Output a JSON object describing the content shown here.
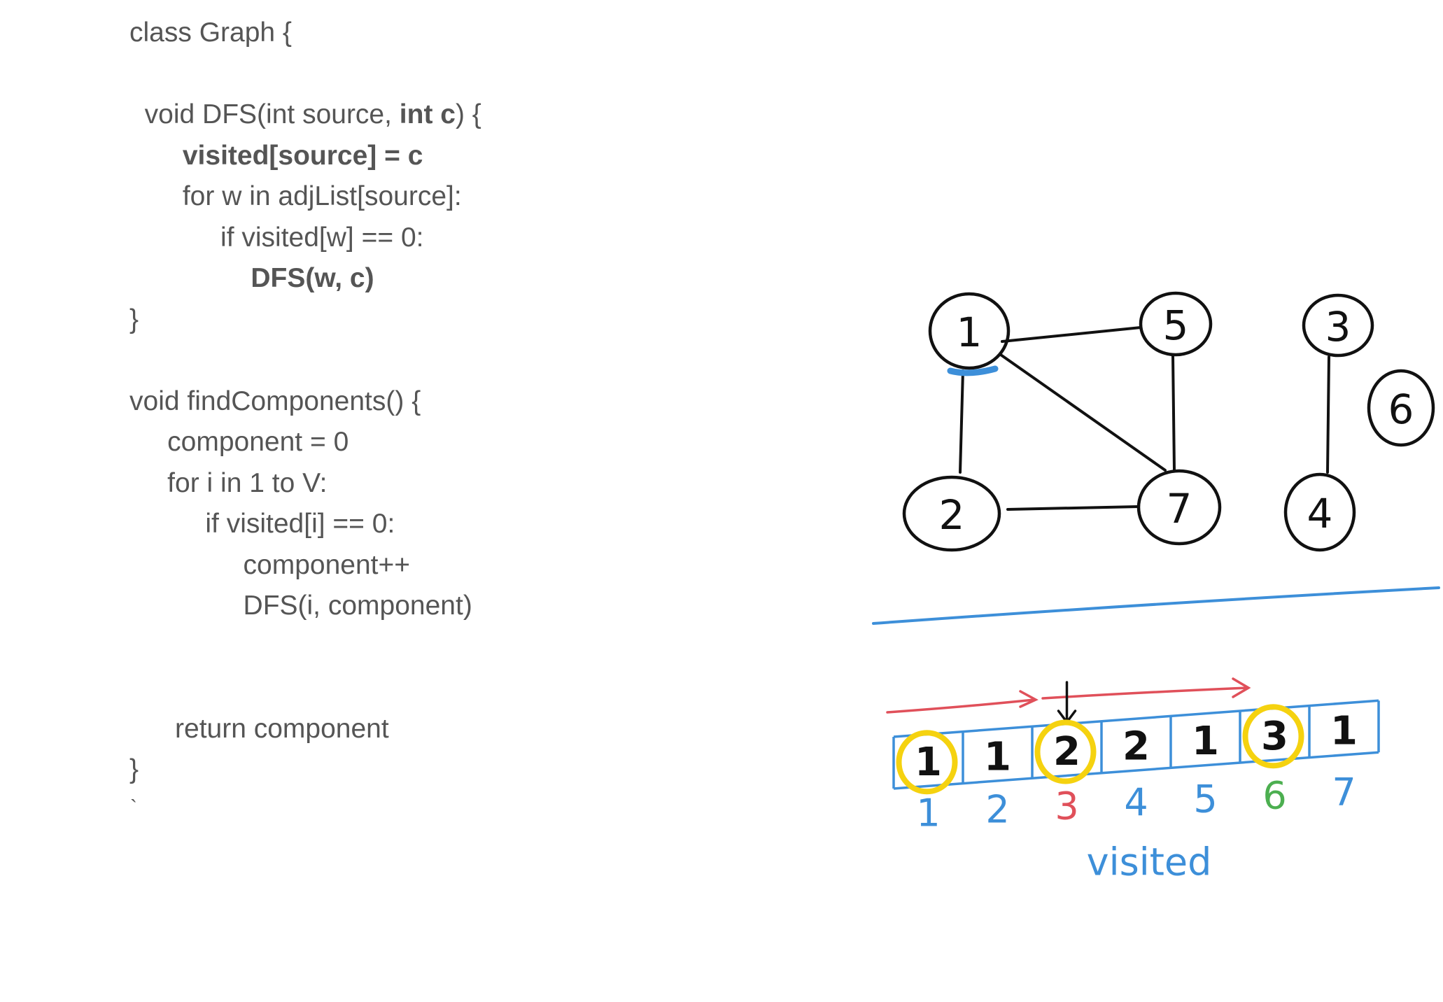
{
  "code": {
    "lines": [
      [
        {
          "t": "class Graph {",
          "b": false
        }
      ],
      [],
      [
        {
          "t": "  void DFS(int source, ",
          "b": false
        },
        {
          "t": "int c",
          "b": true
        },
        {
          "t": ") {",
          "b": false
        }
      ],
      [
        {
          "t": "       ",
          "b": false
        },
        {
          "t": "visited[source] = c",
          "b": true
        }
      ],
      [
        {
          "t": "       for w in adjList[source]:",
          "b": false
        }
      ],
      [
        {
          "t": "            if visited[w] == 0:",
          "b": false
        }
      ],
      [
        {
          "t": "                ",
          "b": false
        },
        {
          "t": "DFS(w, c)",
          "b": true
        }
      ],
      [
        {
          "t": "}",
          "b": false
        }
      ],
      [],
      [
        {
          "t": "void findComponents() {",
          "b": false
        }
      ],
      [
        {
          "t": "     component = 0",
          "b": false
        }
      ],
      [
        {
          "t": "     for i in 1 to V:",
          "b": false
        }
      ],
      [
        {
          "t": "          if visited[i] == 0:",
          "b": false
        }
      ],
      [
        {
          "t": "               component++",
          "b": false
        }
      ],
      [
        {
          "t": "               DFS(i, component)",
          "b": false
        }
      ],
      [],
      [],
      [
        {
          "t": "      return component",
          "b": false
        }
      ],
      [
        {
          "t": "}",
          "b": false
        }
      ]
    ],
    "stray_mark": "`"
  },
  "graph": {
    "nodes": [
      {
        "id": "1",
        "label": "1"
      },
      {
        "id": "5",
        "label": "5"
      },
      {
        "id": "3",
        "label": "3"
      },
      {
        "id": "6",
        "label": "6"
      },
      {
        "id": "2",
        "label": "2"
      },
      {
        "id": "7",
        "label": "7"
      },
      {
        "id": "4",
        "label": "4"
      }
    ],
    "edges": [
      [
        "1",
        "5"
      ],
      [
        "1",
        "2"
      ],
      [
        "1",
        "7"
      ],
      [
        "5",
        "7"
      ],
      [
        "2",
        "7"
      ],
      [
        "3",
        "4"
      ]
    ]
  },
  "visited": {
    "label": "visited",
    "values": [
      "1",
      "1",
      "2",
      "2",
      "1",
      "3",
      "1"
    ],
    "indices": [
      "1",
      "2",
      "3",
      "4",
      "5",
      "6",
      "7"
    ],
    "highlighted": [
      "1",
      "3",
      "6"
    ],
    "pointer_index": "3"
  },
  "colors": {
    "code_text": "#555555",
    "ink": "#111111",
    "blue": "#3d8fd9",
    "red": "#e0505a",
    "yellow": "#f5d20f",
    "green": "#4caf50"
  }
}
